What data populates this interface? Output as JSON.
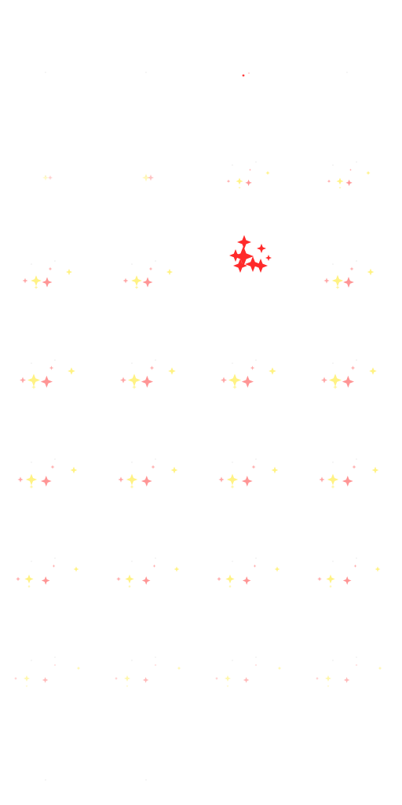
{
  "sheet": {
    "columns": 4,
    "rows": 8,
    "background": "#ffffff"
  },
  "colors": {
    "yellow": "#fff176",
    "pink": "#ff8a8a",
    "red": "#ff2a2a",
    "faint": "#e8e8e8"
  },
  "frames": [
    {
      "frame": 1,
      "level": 0.05,
      "style": "faint"
    },
    {
      "frame": 2,
      "level": 0.05,
      "style": "faint"
    },
    {
      "frame": 3,
      "level": 0.15,
      "style": "spark"
    },
    {
      "frame": 4,
      "level": 0.05,
      "style": "faint"
    },
    {
      "frame": 5,
      "level": 0.15,
      "style": "faint"
    },
    {
      "frame": 6,
      "level": 0.25,
      "style": "faint"
    },
    {
      "frame": 7,
      "level": 0.3,
      "style": "soft"
    },
    {
      "frame": 8,
      "level": 0.3,
      "style": "soft"
    },
    {
      "frame": 9,
      "level": 0.6,
      "style": "soft"
    },
    {
      "frame": 10,
      "level": 0.6,
      "style": "soft"
    },
    {
      "frame": 11,
      "level": 1.0,
      "style": "highlight"
    },
    {
      "frame": 12,
      "level": 0.65,
      "style": "soft"
    },
    {
      "frame": 13,
      "level": 0.75,
      "style": "soft"
    },
    {
      "frame": 14,
      "level": 0.75,
      "style": "soft"
    },
    {
      "frame": 15,
      "level": 0.75,
      "style": "soft"
    },
    {
      "frame": 16,
      "level": 0.75,
      "style": "soft"
    },
    {
      "frame": 17,
      "level": 0.65,
      "style": "soft"
    },
    {
      "frame": 18,
      "level": 0.65,
      "style": "soft"
    },
    {
      "frame": 19,
      "level": 0.65,
      "style": "soft"
    },
    {
      "frame": 20,
      "level": 0.65,
      "style": "soft"
    },
    {
      "frame": 21,
      "level": 0.45,
      "style": "soft"
    },
    {
      "frame": 22,
      "level": 0.45,
      "style": "soft"
    },
    {
      "frame": 23,
      "level": 0.45,
      "style": "soft"
    },
    {
      "frame": 24,
      "level": 0.45,
      "style": "soft"
    },
    {
      "frame": 25,
      "level": 0.25,
      "style": "fading"
    },
    {
      "frame": 26,
      "level": 0.25,
      "style": "fading"
    },
    {
      "frame": 27,
      "level": 0.25,
      "style": "fading"
    },
    {
      "frame": 28,
      "level": 0.25,
      "style": "fading"
    },
    {
      "frame": 29,
      "level": 0.05,
      "style": "faint"
    },
    {
      "frame": 30,
      "level": 0.05,
      "style": "faint"
    },
    {
      "frame": 31,
      "level": 0.0,
      "style": "empty"
    },
    {
      "frame": 32,
      "level": 0.0,
      "style": "empty"
    }
  ]
}
